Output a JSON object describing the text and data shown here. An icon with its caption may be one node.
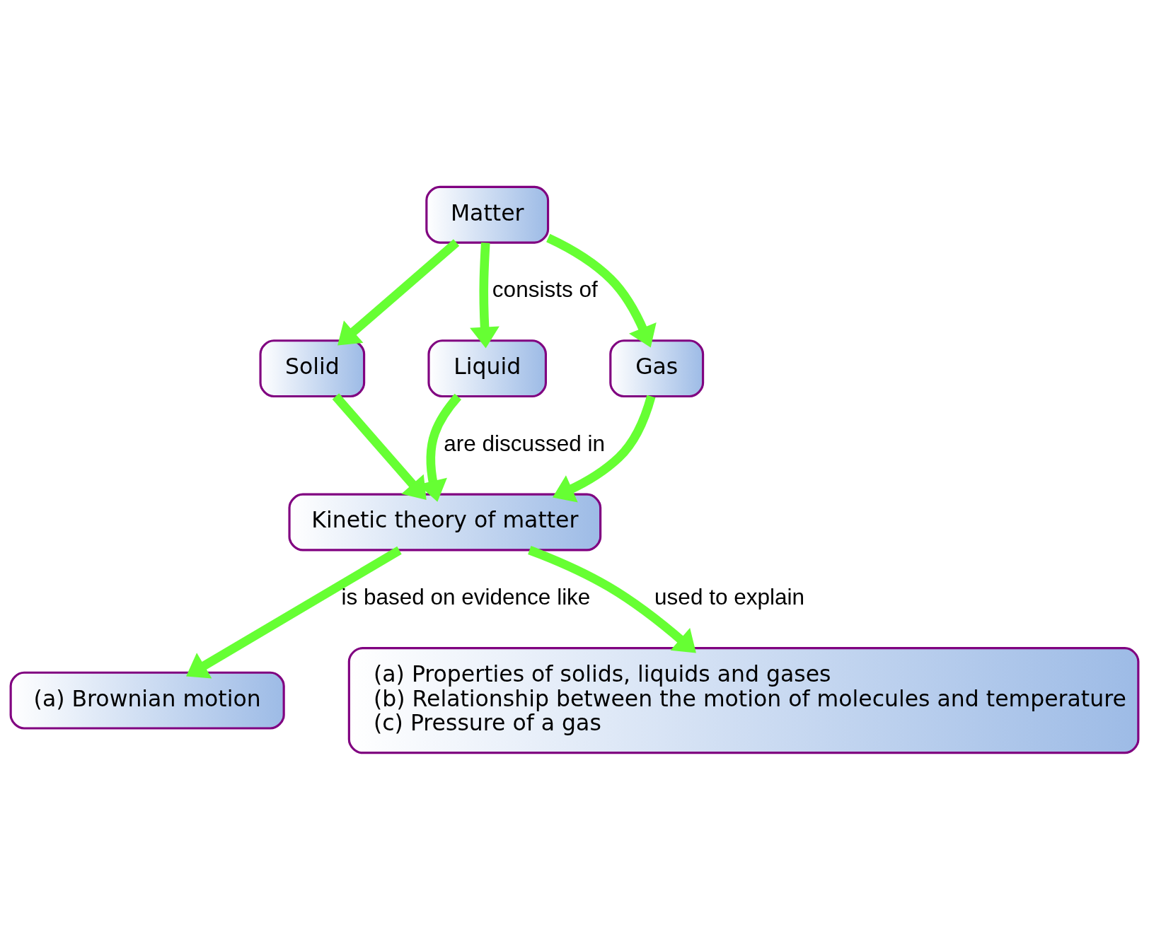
{
  "diagram": {
    "nodes": [
      {
        "text": [
          "Matter"
        ]
      },
      {
        "text": [
          "Solid"
        ]
      },
      {
        "text": [
          "Liquid"
        ]
      },
      {
        "text": [
          "Gas"
        ]
      },
      {
        "text": [
          "Kinetic theory of matter"
        ]
      },
      {
        "text": [
          "(a) Brownian motion"
        ]
      },
      {
        "text": [
          "(a) Properties of solids, liquids and gases",
          "(b) Relationship between the motion of molecules and temperature",
          "(c) Pressure of a gas"
        ]
      }
    ],
    "edges": [
      {
        "from": 0,
        "to": 1,
        "arrow": "to"
      },
      {
        "from": 0,
        "to": 2,
        "arrow": "to",
        "label": "consists of"
      },
      {
        "from": 0,
        "to": 3,
        "arrow": "to"
      },
      {
        "from": 1,
        "to": 4,
        "arrow": "to"
      },
      {
        "from": 2,
        "to": 4,
        "arrow": "to",
        "label": "are discussed in"
      },
      {
        "from": 3,
        "to": 4,
        "arrow": "to"
      },
      {
        "from": 4,
        "to": 5,
        "arrow": "to",
        "label": "is based on evidence like"
      },
      {
        "from": 4,
        "to": 6,
        "arrow": "to",
        "label": "used to explain"
      }
    ]
  }
}
